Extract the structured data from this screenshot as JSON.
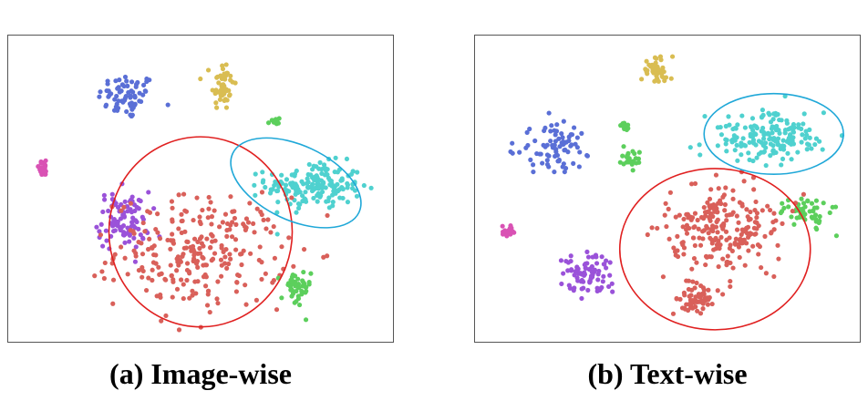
{
  "colors": {
    "blue": "#5a6fd6",
    "yellow": "#d9bd52",
    "green": "#5ccf5c",
    "cyan": "#4fd1cf",
    "red": "#d9605a",
    "purple": "#9a52d9",
    "pink": "#d952b4",
    "highlight_red": "#e02020",
    "highlight_cyan": "#20a8d8"
  },
  "chart_data": [
    {
      "type": "scatter",
      "caption": "(a) Image-wise",
      "xlim": [
        0,
        100
      ],
      "ylim": [
        0,
        100
      ],
      "clusters": [
        {
          "color": "blue",
          "cx": 30,
          "cy": 82,
          "rx": 8,
          "ry": 8,
          "n": 70
        },
        {
          "color": "yellow",
          "cx": 56,
          "cy": 86,
          "rx": 3,
          "ry": 9,
          "n": 50
        },
        {
          "color": "green",
          "cx": 70,
          "cy": 73,
          "rx": 2,
          "ry": 2,
          "n": 10
        },
        {
          "color": "cyan",
          "cx": 81,
          "cy": 51,
          "rx": 13,
          "ry": 8,
          "n": 180
        },
        {
          "color": "purple",
          "cx": 29,
          "cy": 39,
          "rx": 7,
          "ry": 10,
          "n": 100
        },
        {
          "color": "red",
          "cx": 50,
          "cy": 28,
          "rx": 23,
          "ry": 19,
          "n": 260
        },
        {
          "color": "green",
          "cx": 76,
          "cy": 15,
          "rx": 4,
          "ry": 7,
          "n": 45
        },
        {
          "color": "pink",
          "cx": 7,
          "cy": 57,
          "rx": 2,
          "ry": 2.5,
          "n": 20
        }
      ],
      "highlights": [
        {
          "color": "highlight_red",
          "cx": 50,
          "cy": 35,
          "rx": 25,
          "ry": 33,
          "angle": 0
        },
        {
          "color": "highlight_cyan",
          "cx": 76,
          "cy": 52,
          "rx": 19,
          "ry": 13,
          "angle": 25
        }
      ]
    },
    {
      "type": "scatter",
      "caption": "(b) Text-wise",
      "xlim": [
        0,
        100
      ],
      "ylim": [
        0,
        100
      ],
      "clusters": [
        {
          "color": "yellow",
          "cx": 47,
          "cy": 91,
          "rx": 4,
          "ry": 5,
          "n": 45
        },
        {
          "color": "blue",
          "cx": 19,
          "cy": 64,
          "rx": 10,
          "ry": 8,
          "n": 80
        },
        {
          "color": "green",
          "cx": 38,
          "cy": 72,
          "rx": 2,
          "ry": 2,
          "n": 12
        },
        {
          "color": "green",
          "cx": 40,
          "cy": 60,
          "rx": 3,
          "ry": 3,
          "n": 25
        },
        {
          "color": "cyan",
          "cx": 77,
          "cy": 68,
          "rx": 16,
          "ry": 8,
          "n": 180
        },
        {
          "color": "green",
          "cx": 88,
          "cy": 42,
          "rx": 6,
          "ry": 5,
          "n": 55
        },
        {
          "color": "red",
          "cx": 66,
          "cy": 36,
          "rx": 16,
          "ry": 16,
          "n": 230
        },
        {
          "color": "red",
          "cx": 58,
          "cy": 12,
          "rx": 5,
          "ry": 5,
          "n": 60
        },
        {
          "color": "purple",
          "cx": 28,
          "cy": 20,
          "rx": 7,
          "ry": 8,
          "n": 80
        },
        {
          "color": "pink",
          "cx": 7,
          "cy": 35,
          "rx": 2,
          "ry": 2,
          "n": 18
        }
      ],
      "highlights": [
        {
          "color": "highlight_red",
          "cx": 63,
          "cy": 29,
          "rx": 26,
          "ry": 28,
          "angle": 0
        },
        {
          "color": "highlight_cyan",
          "cx": 79,
          "cy": 69,
          "rx": 19,
          "ry": 14,
          "angle": 0
        }
      ]
    }
  ]
}
